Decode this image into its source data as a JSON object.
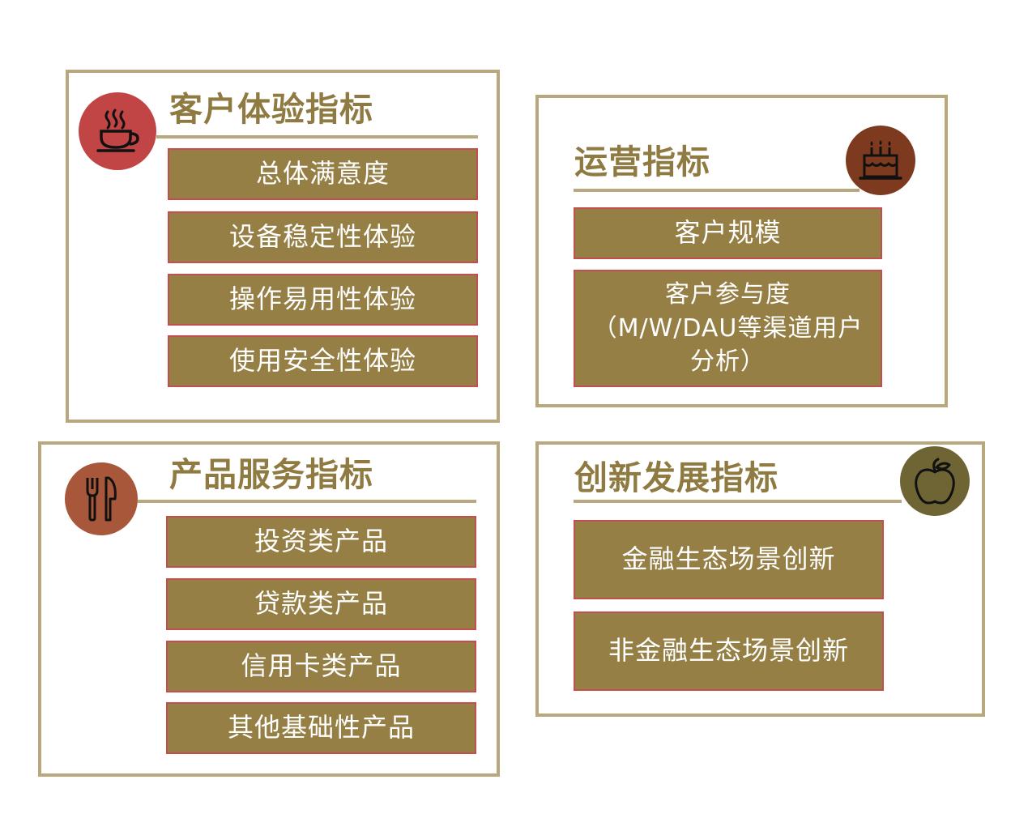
{
  "panels": {
    "customer_experience": {
      "title": "客户体验指标",
      "icon": "coffee-cup-icon",
      "icon_color": "#c24545",
      "items": [
        "总体满意度",
        "设备稳定性体验",
        "操作易用性体验",
        "使用安全性体验"
      ]
    },
    "operations": {
      "title": "运营指标",
      "icon": "birthday-cake-icon",
      "icon_color": "#7d3a1e",
      "items": [
        "客户规模",
        "客户参与度\n（M/W/DAU等渠道用户\n分析）"
      ]
    },
    "product_service": {
      "title": "产品服务指标",
      "icon": "fork-knife-icon",
      "icon_color": "#a8573b",
      "items": [
        "投资类产品",
        "贷款类产品",
        "信用卡类产品",
        "其他基础性产品"
      ]
    },
    "innovation": {
      "title": "创新发展指标",
      "icon": "apple-icon",
      "icon_color": "#6f6433",
      "items": [
        "金融生态场景创新",
        "非金融生态场景创新"
      ]
    }
  },
  "colors": {
    "border": "#b9a77d",
    "title_text": "#8f7b42",
    "item_fill": "#957f45",
    "item_border": "#c44d4d",
    "item_text": "#ffffff"
  }
}
